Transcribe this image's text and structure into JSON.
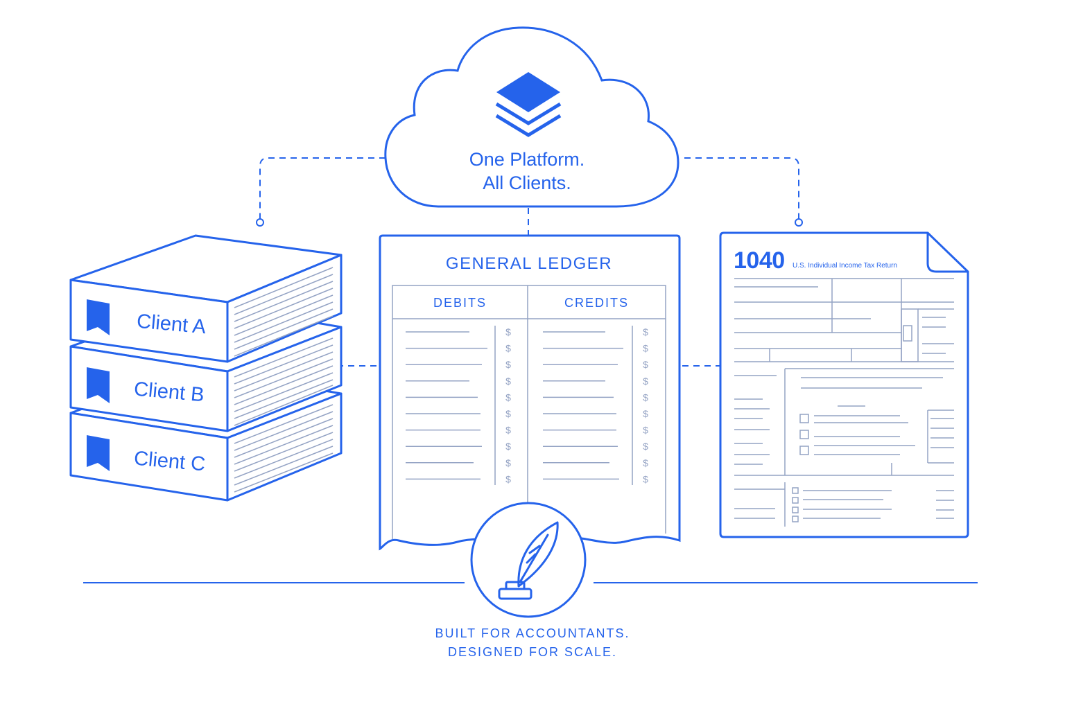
{
  "cloud": {
    "line1": "One Platform.",
    "line2": "All Clients.",
    "icon": "stacked-layers-icon"
  },
  "books": [
    {
      "label": "Client A",
      "icon": "bookmark-icon"
    },
    {
      "label": "Client B",
      "icon": "bookmark-icon"
    },
    {
      "label": "Client C",
      "icon": "bookmark-icon"
    }
  ],
  "ledger": {
    "title": "GENERAL LEDGER",
    "columns": [
      "DEBITS",
      "CREDITS"
    ],
    "currency_symbol": "$",
    "rows_per_column": 10
  },
  "tax_form": {
    "number": "1040",
    "description": "U.S. Individual Income Tax Return"
  },
  "badge": {
    "icon": "quill-inkwell-icon"
  },
  "tagline": {
    "line1": "BUILT FOR ACCOUNTANTS.",
    "line2": "DESIGNED FOR SCALE."
  },
  "colors": {
    "primary": "#2563eb",
    "line_gray": "#94a3c4",
    "background": "#ffffff"
  }
}
